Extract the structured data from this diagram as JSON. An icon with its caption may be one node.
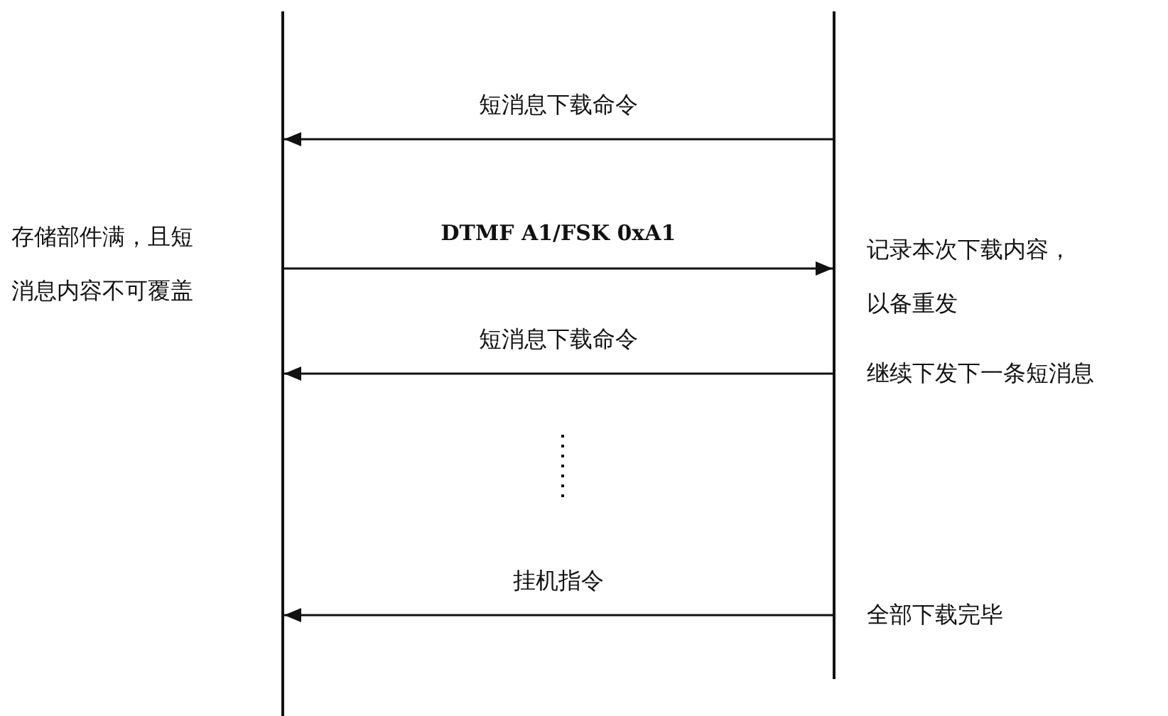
{
  "diagram": {
    "nodes": [
      {
        "text": [],
        "shape": "bar"
      },
      {
        "text": [],
        "shape": "bar"
      }
    ],
    "edges": [
      {
        "from": 1,
        "to": 0,
        "arrow": "to",
        "label": "短消息下载命令"
      },
      {
        "from": 0,
        "to": 1,
        "arrow": "to",
        "label": "DTMF A1/FSK 0xA1"
      },
      {
        "from": 1,
        "to": 0,
        "arrow": "to",
        "label": "短消息下载命令"
      },
      {
        "from": 1,
        "to": 0,
        "arrow": "to",
        "label": "挂机指令"
      }
    ],
    "labels": [
      "存储部件满，且短消息内容不可覆盖",
      "记录本次下载内容，以备重发",
      "继续下发下一条短消息",
      "全部下载完毕"
    ]
  }
}
